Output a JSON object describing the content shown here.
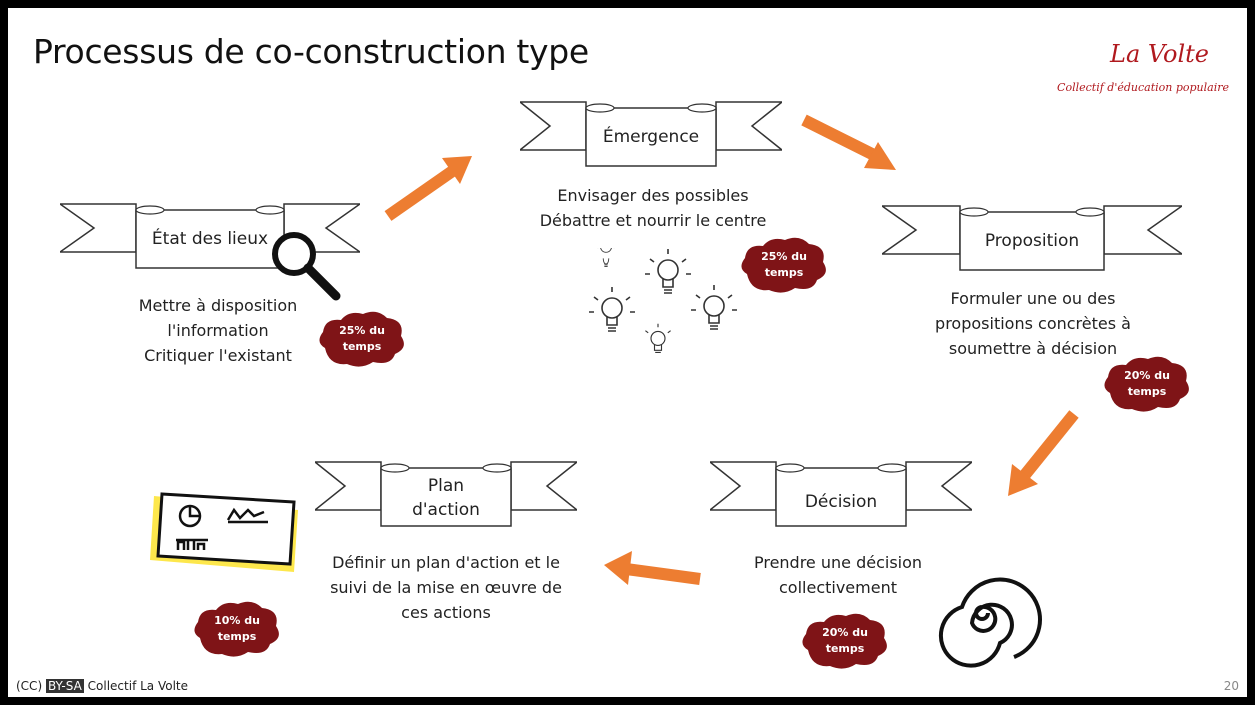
{
  "title": "Processus de co-construction type",
  "brand": {
    "name": "La Volte",
    "tagline": "Collectif d'éducation populaire"
  },
  "steps": [
    {
      "label": "État des lieux",
      "description": [
        "Mettre à disposition",
        "l'information",
        "Critiquer  l'existant"
      ],
      "time": [
        "25% du",
        "temps"
      ]
    },
    {
      "label": "Émergence",
      "description": [
        "Envisager des possibles",
        "Débattre et nourrir le centre"
      ],
      "time": [
        "25% du",
        "temps"
      ]
    },
    {
      "label": "Proposition",
      "description": [
        "Formuler une ou des",
        "propositions concrètes à",
        "soumettre à décision"
      ],
      "time": [
        "20% du",
        "temps"
      ]
    },
    {
      "label": "Décision",
      "description": [
        "Prendre une décision",
        "collectivement"
      ],
      "time": [
        "20% du",
        "temps"
      ]
    },
    {
      "label_lines": [
        "Plan",
        "d'action"
      ],
      "description": [
        "Définir un plan d'action et le",
        "suivi de la mise en œuvre de",
        "ces actions"
      ],
      "time": [
        "10% du",
        "temps"
      ]
    }
  ],
  "footer": {
    "prefix": "(CC)",
    "license": "BY-SA",
    "text": "Collectif La Volte"
  },
  "page_number": "20",
  "colors": {
    "arrow": "#ed7d31",
    "cloud": "#7f1417",
    "brand": "#b0191e"
  },
  "icons": [
    "magnifier-icon",
    "lightbulb-icon",
    "spiral-icon",
    "whiteboard-icon"
  ]
}
